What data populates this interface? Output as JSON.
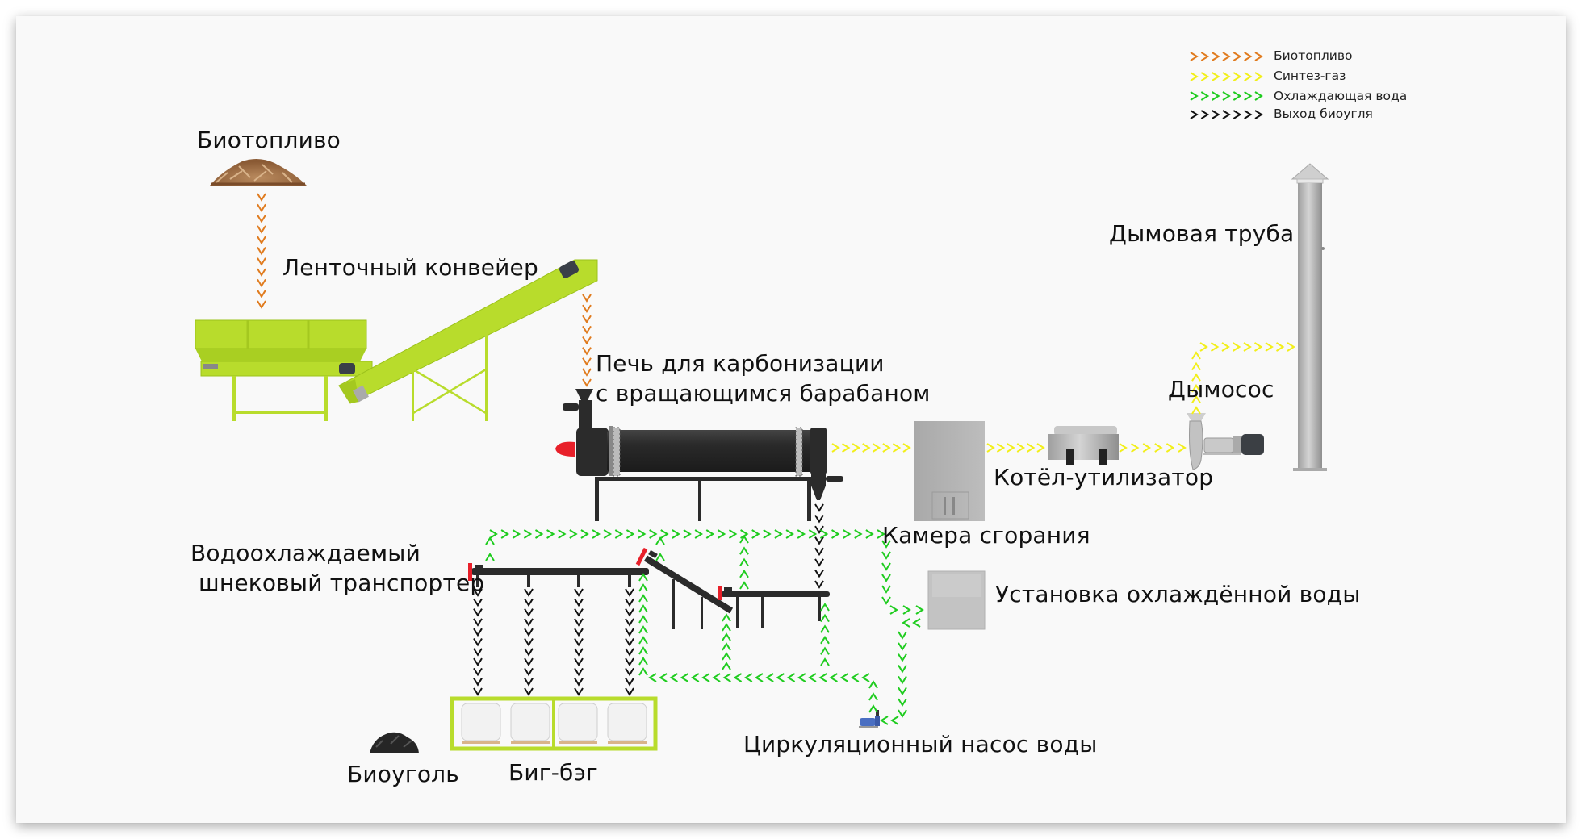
{
  "legend": [
    {
      "key": "biofuel",
      "label": "Биотопливо",
      "color": "#e07b1e"
    },
    {
      "key": "syngas",
      "label": "Синтез-газ",
      "color": "#f2ef1a"
    },
    {
      "key": "cooling_water",
      "label": "Охлаждающая вода",
      "color": "#1fcc1f"
    },
    {
      "key": "biochar_out",
      "label": "Выход биоугля",
      "color": "#111111"
    }
  ],
  "labels": {
    "biofuel": "Биотопливо",
    "belt_conveyor": "Ленточный конвейер",
    "kiln_line1": "Печь для карбонизации",
    "kiln_line2": "с вращающимся барабаном",
    "combustion_chamber": "Камера сгорания",
    "waste_heat_boiler": "Котёл-утилизатор",
    "id_fan": "Дымосос",
    "chimney": "Дымовая труба",
    "screw_line1": "Водоохлаждаемый",
    "screw_line2": "шнековый транспортер",
    "chiller": "Установка охлаждённой воды",
    "pump": "Циркуляционный насос воды",
    "biochar": "Биоуголь",
    "big_bag": "Биг-бэг"
  },
  "colors": {
    "equipment_green": "#b8dc2c",
    "equipment_dark": "#2b2b2b",
    "flange_red": "#e8202a",
    "steel_grey": "#b5b5b5"
  }
}
